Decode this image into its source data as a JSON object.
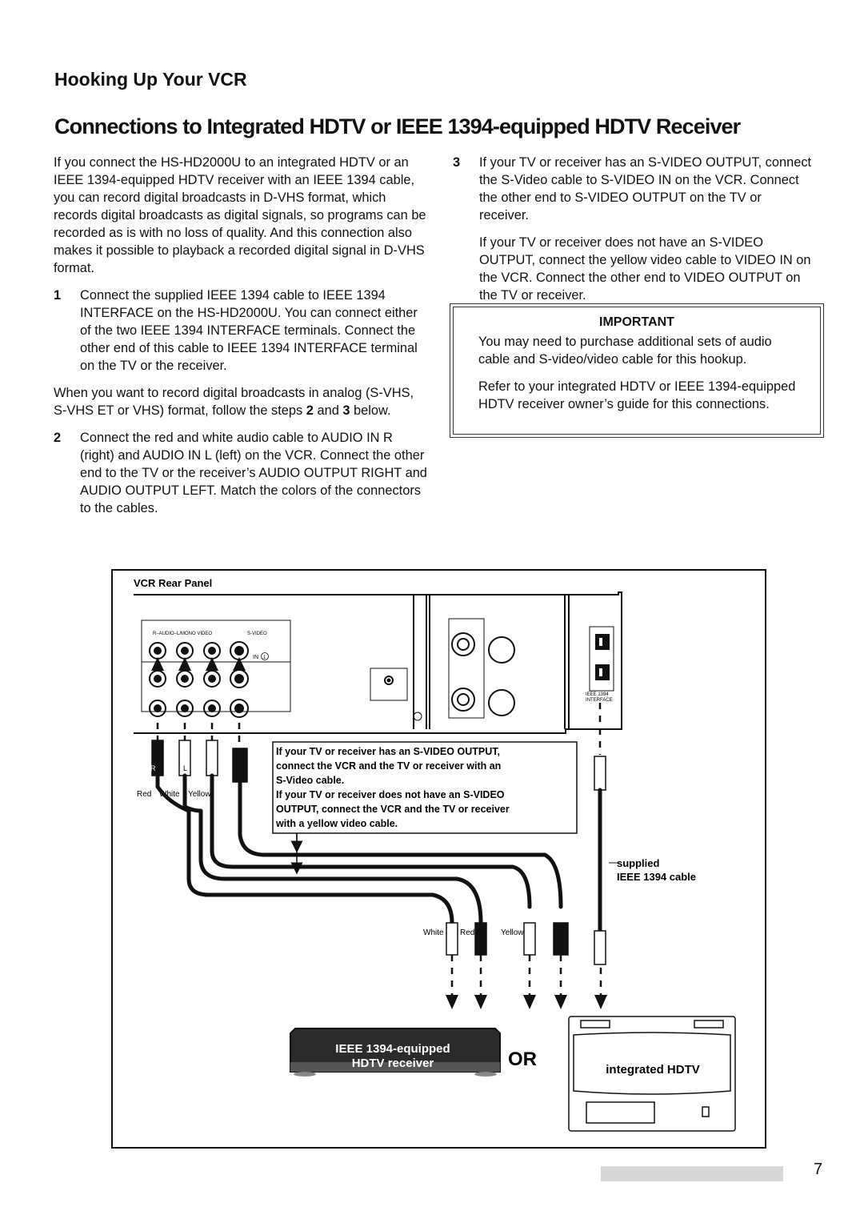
{
  "section_title": "Hooking Up Your VCR",
  "page_title": "Connections to Integrated HDTV or IEEE 1394-equipped HDTV Receiver",
  "left_column": {
    "intro": "If you connect the HS-HD2000U to an integrated HDTV or an IEEE 1394-equipped HDTV receiver with an IEEE 1394 cable, you can record digital broadcasts in D-VHS format, which records digital broadcasts as digital signals, so programs can be recorded as is with no loss of quality. And this connection also makes it possible to playback a recorded digital signal in D-VHS format.",
    "step1_num": "1",
    "step1_text": "Connect the supplied IEEE 1394 cable to IEEE 1394 INTERFACE on the HS-HD2000U. You can connect either of the two IEEE 1394 INTERFACE terminals. Connect the other end of this cable to IEEE 1394 INTERFACE terminal on the TV or the receiver.",
    "analog_intro_a": "When you want to record digital broadcasts in analog (S-VHS, S-VHS ET or VHS) format, follow the steps ",
    "analog_intro_b": "2",
    "analog_intro_c": " and ",
    "analog_intro_d": "3",
    "analog_intro_e": " below.",
    "step2_num": "2",
    "step2_text": "Connect the red and white audio cable to AUDIO IN R (right) and AUDIO IN L (left) on the VCR. Connect the other end to the TV or the receiver’s AUDIO OUTPUT RIGHT and AUDIO OUTPUT LEFT. Match the colors of the connectors to the cables."
  },
  "right_column": {
    "step3_num": "3",
    "step3_text_a": "If your TV or receiver has an S-VIDEO OUTPUT, connect the S-Video cable to S-VIDEO IN on the VCR. Connect the other end to S-VIDEO OUTPUT on the TV or receiver.",
    "step3_text_b": "If your TV or receiver does not have an S-VIDEO OUTPUT, connect the yellow video cable to VIDEO IN on the VCR. Connect the other end to VIDEO OUTPUT on the TV or receiver."
  },
  "important": {
    "title": "IMPORTANT",
    "text1": "You may need to purchase additional sets of audio cable and S-video/video cable for this hookup.",
    "text2": "Refer to your integrated HDTV or IEEE 1394-equipped HDTV receiver owner’s guide for this connections."
  },
  "diagram": {
    "panel_label": "VCR Rear Panel",
    "jack_header_a": "R–AUDIO–L/MONO VIDEO",
    "jack_header_b": "S-VIDEO",
    "in_label": "IN",
    "in_number": "1",
    "ieee_terminal_a": "IEEE 1394",
    "ieee_terminal_b": "INTERFACE",
    "plug_r": "R",
    "plug_l": "L",
    "cable_red": "Red",
    "cable_white": "White",
    "cable_yellow": "Yellow",
    "note_lines": [
      "If your TV or receiver has an S-VIDEO OUTPUT,",
      "connect the VCR and the TV or receiver with an",
      "S-Video cable.",
      "If your TV or receiver does not have an S-VIDEO",
      "OUTPUT, connect the VCR and the TV or receiver",
      "with a yellow video cable."
    ],
    "supplied_a": "supplied",
    "supplied_b": "IEEE 1394 cable",
    "bottom_white": "White",
    "bottom_red": "Red",
    "bottom_yellow": "Yellow",
    "receiver_line1": "IEEE 1394-equipped",
    "receiver_line2": "HDTV receiver",
    "or_label": "OR",
    "hdtv_label": "integrated HDTV"
  },
  "page_number": "7"
}
